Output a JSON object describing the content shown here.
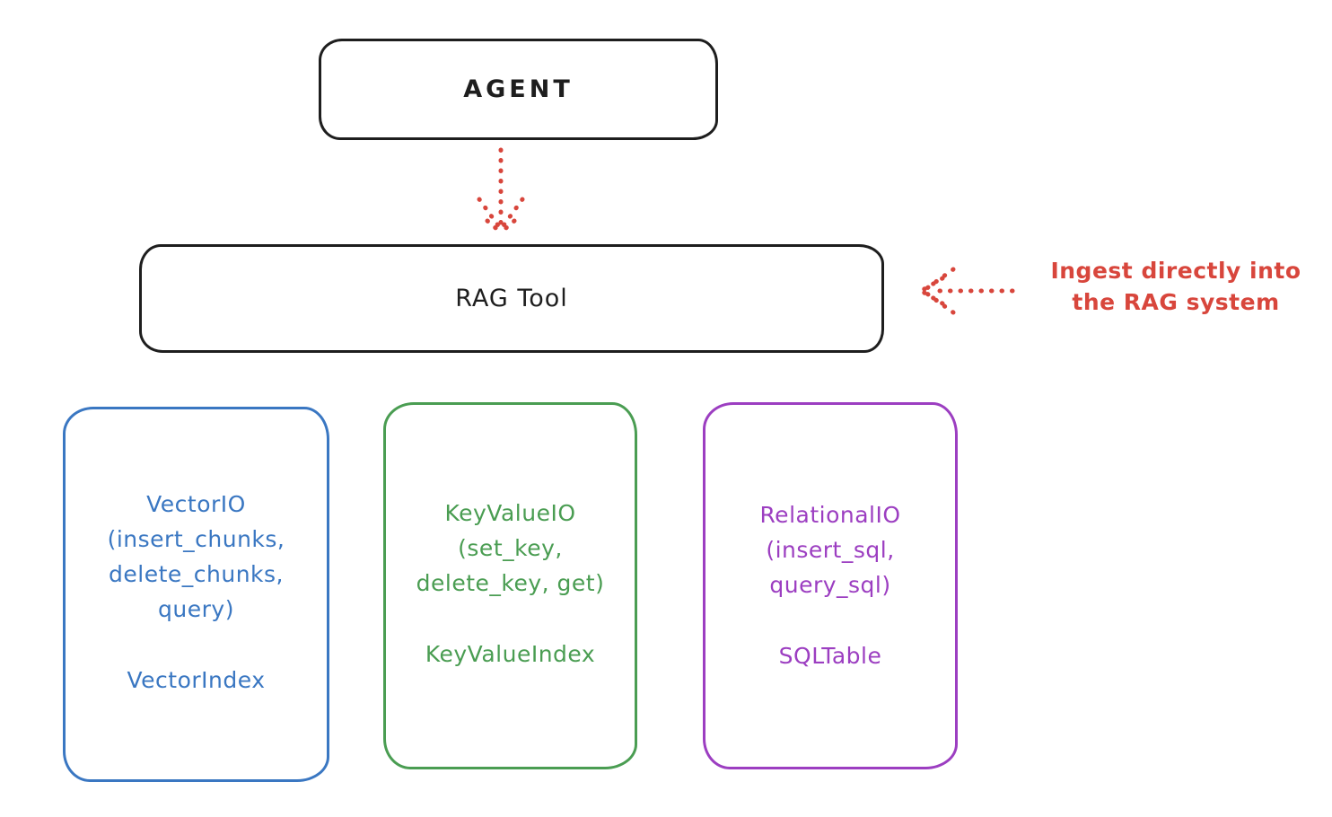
{
  "diagram": {
    "agent_box": {
      "label": "AGENT"
    },
    "rag_tool_box": {
      "label": "RAG Tool"
    },
    "annotation": {
      "line1": "Ingest directly into",
      "line2": "the RAG system"
    },
    "io_boxes": [
      {
        "id": "vector-io",
        "color": "#3a77c2",
        "lines": [
          "VectorIO",
          "(insert_chunks,",
          "delete_chunks,",
          "query)"
        ],
        "index_label": "VectorIndex"
      },
      {
        "id": "keyvalue-io",
        "color": "#4a9d52",
        "lines": [
          "KeyValueIO",
          "(set_key,",
          "delete_key, get)"
        ],
        "index_label": "KeyValueIndex"
      },
      {
        "id": "relational-io",
        "color": "#9c3ec1",
        "lines": [
          "RelationalIO",
          "(insert_sql,",
          "query_sql)"
        ],
        "index_label": "SQLTable"
      }
    ],
    "colors": {
      "stroke_black": "#1e1e1e",
      "annotation_red": "#d8463c",
      "vector_blue": "#3a77c2",
      "keyvalue_green": "#4a9d52",
      "relational_purple": "#9c3ec1",
      "background": "#ffffff"
    }
  }
}
